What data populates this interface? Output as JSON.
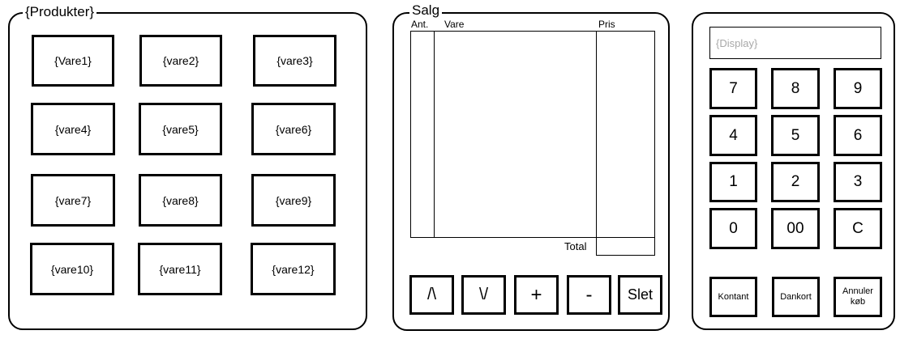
{
  "products": {
    "title": "{Produkter}",
    "items": [
      {
        "label": "{Vare1}"
      },
      {
        "label": "{vare2}"
      },
      {
        "label": "{vare3}"
      },
      {
        "label": "{vare4}"
      },
      {
        "label": "{vare5}"
      },
      {
        "label": "{vare6}"
      },
      {
        "label": "{vare7}"
      },
      {
        "label": "{vare8}"
      },
      {
        "label": "{vare9}"
      },
      {
        "label": "{vare10}"
      },
      {
        "label": "{vare11}"
      },
      {
        "label": "{vare12}"
      }
    ]
  },
  "sale": {
    "title": "Salg",
    "columns": {
      "qty": "Ant.",
      "item": "Vare",
      "price": "Pris"
    },
    "total_label": "Total",
    "total_value": "",
    "buttons": {
      "up": "/\\",
      "down": "\\/",
      "plus": "+",
      "minus": "-",
      "delete": "Slet"
    }
  },
  "keypad": {
    "display_placeholder": "{Display}",
    "keys": [
      "7",
      "8",
      "9",
      "4",
      "5",
      "6",
      "1",
      "2",
      "3",
      "0",
      "00",
      "C"
    ],
    "actions": {
      "cash": "Kontant",
      "card": "Dankort",
      "cancel": "Annuler køb"
    }
  }
}
